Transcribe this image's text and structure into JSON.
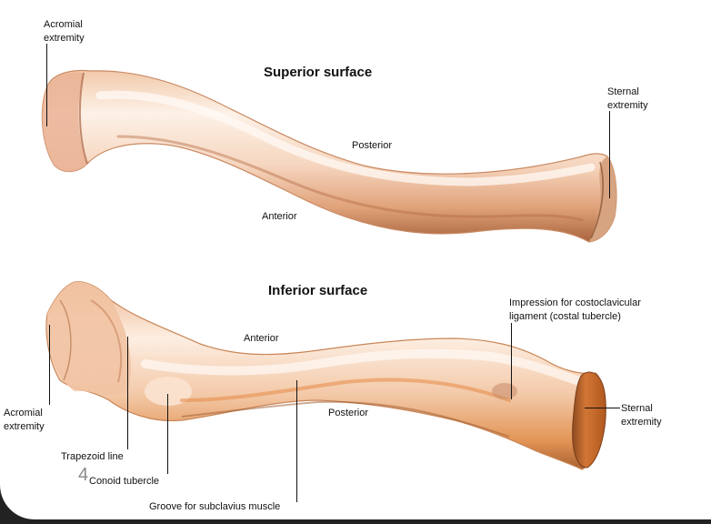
{
  "figure": {
    "superior": {
      "title": "Superior surface",
      "labels": {
        "acromial_extremity": "Acromial\nextremity",
        "sternal_extremity": "Sternal\nextremity",
        "posterior": "Posterior",
        "anterior": "Anterior"
      }
    },
    "inferior": {
      "title": "Inferior surface",
      "labels": {
        "acromial_extremity": "Acromial\nextremity",
        "sternal_extremity": "Sternal\nextremity",
        "anterior": "Anterior",
        "posterior": "Posterior",
        "costal_tubercle": "Impression for costoclavicular\nligament (costal tubercle)",
        "trapezoid_line": "Trapezoid line",
        "conoid_tubercle": "Conoid tubercle",
        "subclavius_groove": "Groove for subclavius muscle"
      }
    },
    "colors": {
      "bone_light": "#fbe9dc",
      "bone_mid": "#f0c2a2",
      "bone_dark": "#c27a4e",
      "bone_shadow": "#9a5a34",
      "sternal_face": "#c5692a",
      "frame": "#222222"
    }
  },
  "slide": {
    "page_number": "4"
  }
}
